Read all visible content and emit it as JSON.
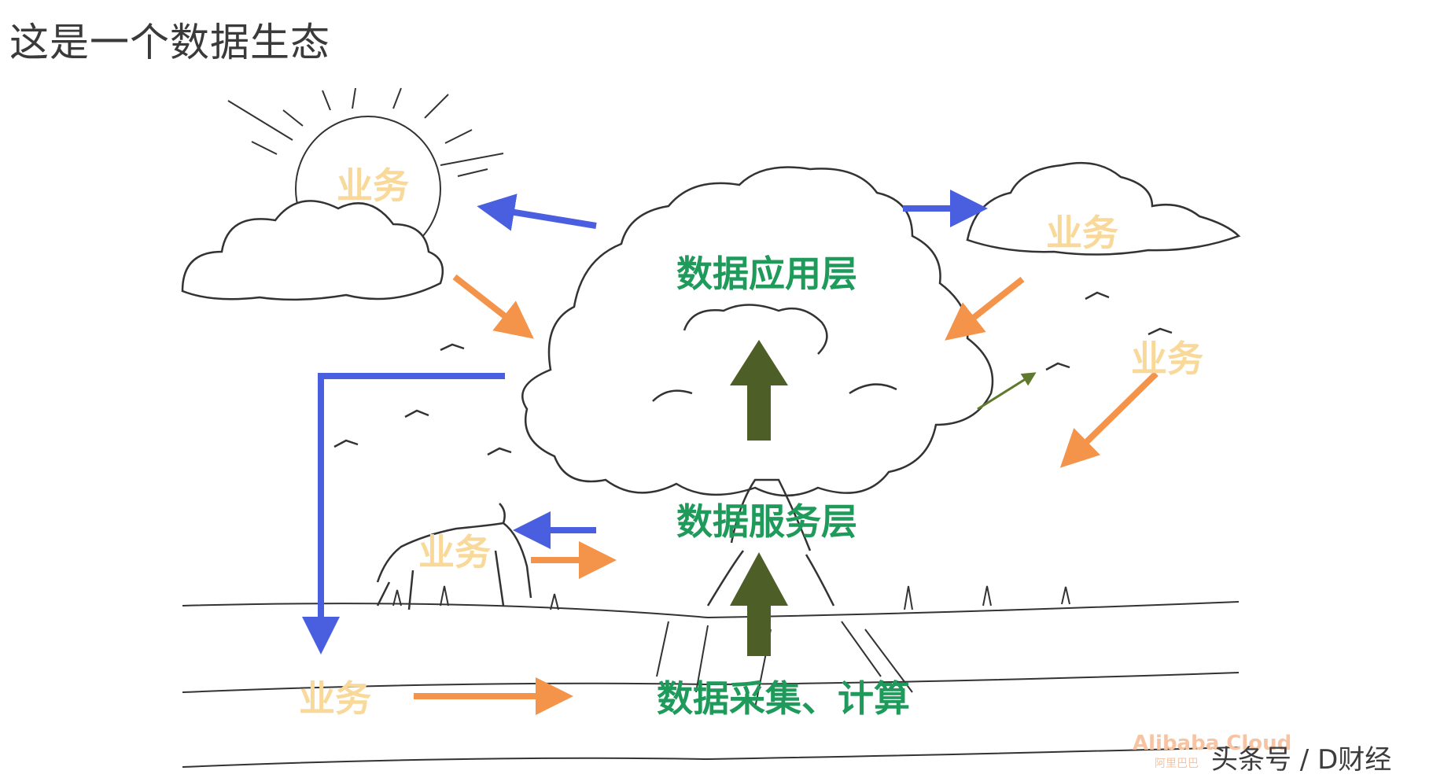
{
  "title": "这是一个数据生态",
  "layers": {
    "application": "数据应用层",
    "service": "数据服务层",
    "collection": "数据采集、计算"
  },
  "business_label": "业务",
  "watermark": {
    "alibaba_text": "Alibaba Cloud",
    "alibaba_sub": "阿里巴巴",
    "toutiao_text": "头条号 / D财经"
  },
  "colors": {
    "business_text": "#f9d99a",
    "layer_text": "#1e9a5a",
    "blue_arrow": "#4a5fe0",
    "orange_arrow": "#f4934a",
    "green_arrow": "#4e5e27"
  }
}
